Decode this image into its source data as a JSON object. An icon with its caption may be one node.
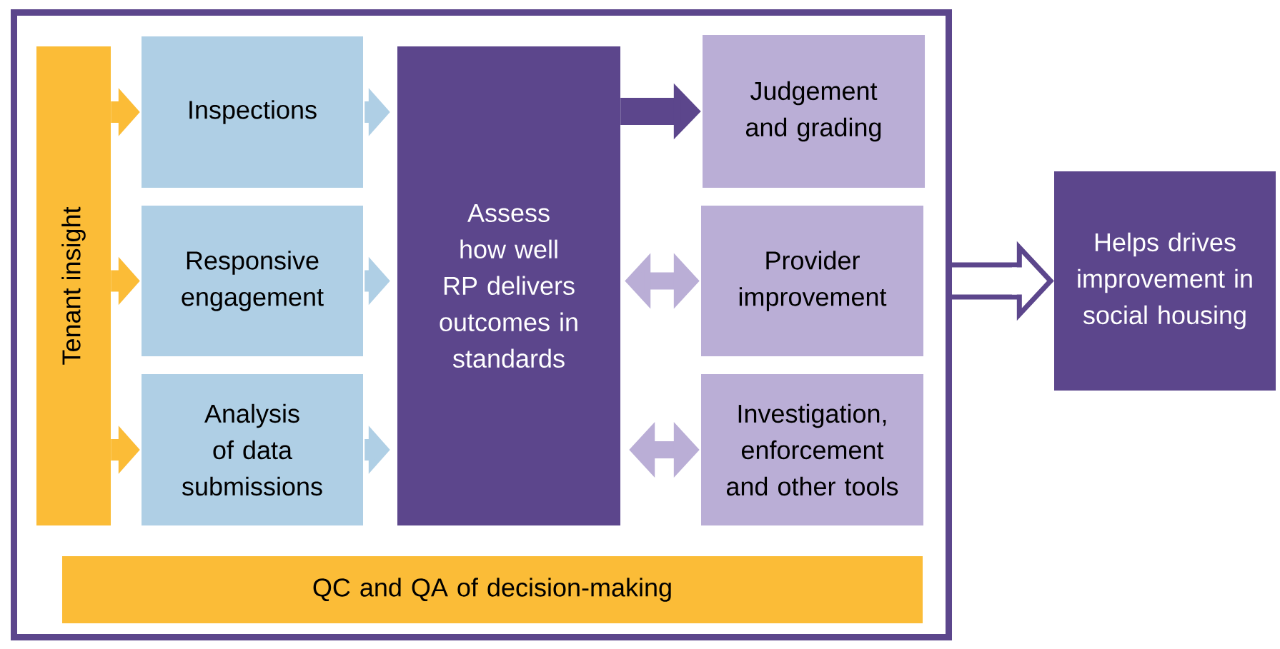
{
  "diagram": {
    "nodes": [
      {
        "text": [],
        "shape": "box"
      },
      {
        "text": [
          "Tenant insight"
        ],
        "in": 0
      },
      {
        "text": [
          "Inspections"
        ],
        "in": 0
      },
      {
        "text": [
          "Responsive engagement"
        ],
        "in": 0
      },
      {
        "text": [
          "Analysis of data submissions"
        ],
        "in": 0
      },
      {
        "text": [
          "Assess how well RP delivers outcomes in standards"
        ],
        "in": 0
      },
      {
        "text": [
          "Judgement and grading"
        ],
        "in": 0
      },
      {
        "text": [
          "Provider improvement"
        ],
        "in": 0
      },
      {
        "text": [
          "Investigation, enforcement and other tools"
        ],
        "in": 0
      },
      {
        "text": [
          "QC and QA of decision-making"
        ],
        "in": 0
      },
      {
        "text": [
          "Helps drives improvement in social housing"
        ]
      }
    ],
    "edges": [
      {
        "from": 1,
        "to": 2,
        "arrow": "to",
        "color": "#fbbc37"
      },
      {
        "from": 1,
        "to": 3,
        "arrow": "to",
        "color": "#fbbc37"
      },
      {
        "from": 1,
        "to": 4,
        "arrow": "to",
        "color": "#fbbc37"
      },
      {
        "from": 2,
        "to": 5,
        "arrow": "to",
        "color": "#afcfe5"
      },
      {
        "from": 3,
        "to": 5,
        "arrow": "to",
        "color": "#afcfe5"
      },
      {
        "from": 4,
        "to": 5,
        "arrow": "to",
        "color": "#afcfe5"
      },
      {
        "from": 5,
        "to": 6,
        "arrow": "to",
        "color": "#5c468c"
      },
      {
        "from": 5,
        "to": 7,
        "arrow": "both",
        "color": "#baaed6"
      },
      {
        "from": 5,
        "to": 8,
        "arrow": "both",
        "color": "#baaed6"
      },
      {
        "from": 0,
        "to": 10,
        "arrow": "to",
        "color": "#5c468c"
      }
    ]
  }
}
